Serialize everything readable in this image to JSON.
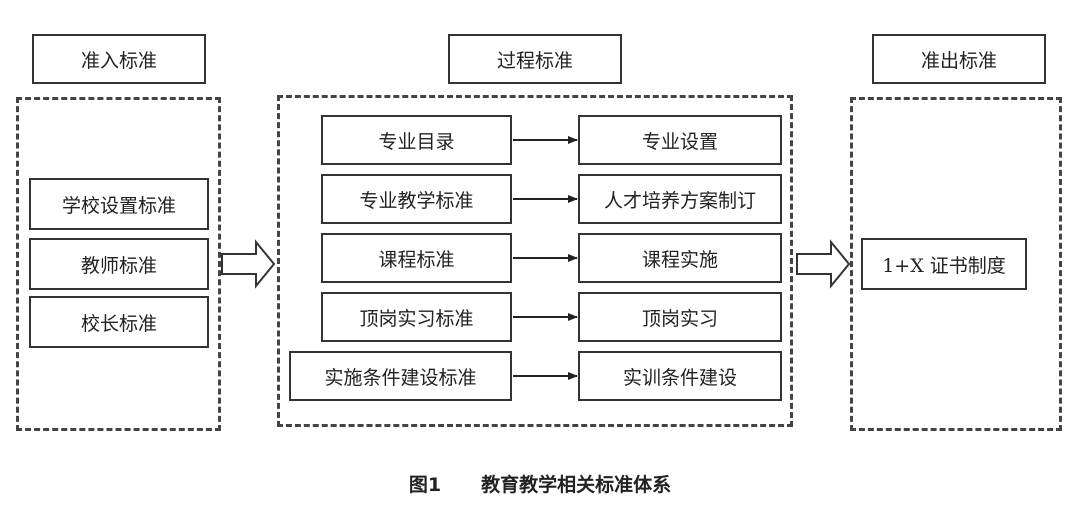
{
  "headers": {
    "entry": "准入标准",
    "process": "过程标准",
    "exit": "准出标准"
  },
  "entry_items": [
    "学校设置标准",
    "教师标准",
    "校长标准"
  ],
  "process_left": [
    "专业目录",
    "专业教学标准",
    "课程标准",
    "顶岗实习标准",
    "实施条件建设标准"
  ],
  "process_right": [
    "专业设置",
    "人才培养方案制订",
    "课程实施",
    "顶岗实习",
    "实训条件建设"
  ],
  "exit_items": [
    "1+X 证书制度"
  ],
  "caption": {
    "number": "图1",
    "title": "教育教学相关标准体系"
  }
}
